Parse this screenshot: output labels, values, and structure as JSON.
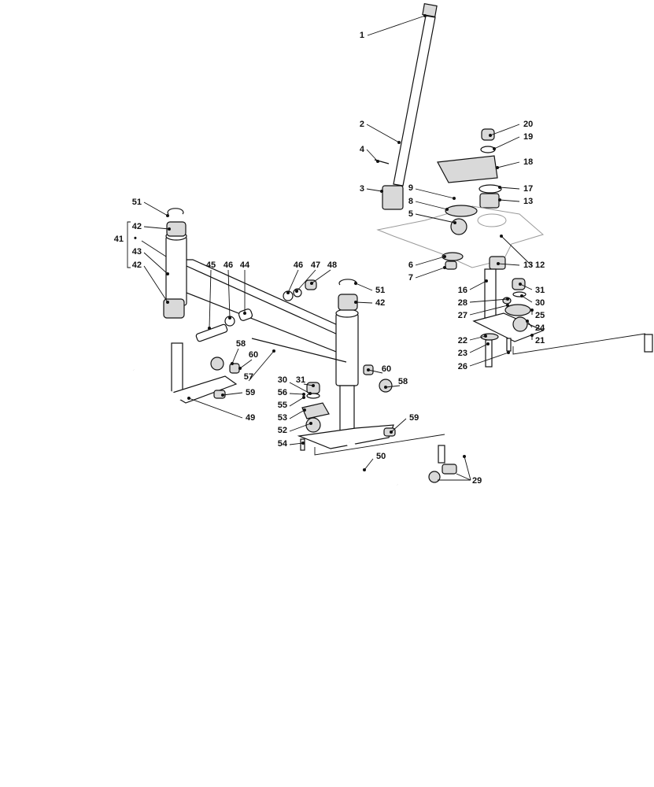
{
  "diagram": {
    "title": "Steering and front axle exploded parts diagram",
    "labels": [
      "1",
      "2",
      "4",
      "3",
      "20",
      "19",
      "18",
      "17",
      "13",
      "9",
      "8",
      "5",
      "12",
      "6",
      "7",
      "13",
      "16",
      "28",
      "27",
      "31",
      "30",
      "25",
      "24",
      "21",
      "22",
      "23",
      "26",
      "51",
      "42",
      "41",
      "43",
      "42",
      "45",
      "46",
      "44",
      "46",
      "47",
      "48",
      "51",
      "42",
      "58",
      "60",
      "57",
      "59",
      "49",
      "30",
      "31",
      "56",
      "55",
      "53",
      "52",
      "54",
      "60",
      "58",
      "59",
      "50",
      "29"
    ],
    "assembly_marker": "•"
  }
}
